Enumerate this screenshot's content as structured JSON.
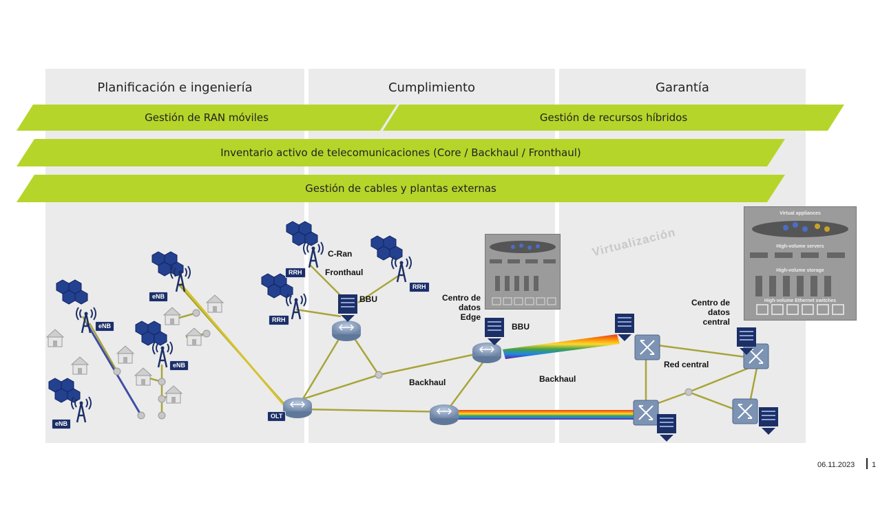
{
  "columns": [
    {
      "title": "Planificación e ingeniería"
    },
    {
      "title": "Cumplimiento"
    },
    {
      "title": "Garantía"
    }
  ],
  "banners": {
    "ran": "Gestión de RAN móviles",
    "hybrid": "Gestión de recursos híbridos",
    "inventory": "Inventario activo de telecomunicaciones (Core / Backhaul / Fronthaul)",
    "cables": "Gestión de cables y plantas externas"
  },
  "colors": {
    "banner": "#b6d52a",
    "column": "#ebebeb",
    "tag": "#1c2f66",
    "link": "#a8a43a"
  },
  "labels": {
    "enb": "eNB",
    "rrh": "RRH",
    "olt": "OLT",
    "cran": "C-Ran",
    "fronthaul": "Fronthaul",
    "bbu": "BBU",
    "edge_dc": "Centro de datos Edge",
    "backhaul": "Backhaul",
    "core_net": "Red central",
    "central_dc": "Centro de datos central",
    "virtualization": "Virtualización"
  },
  "panel": {
    "title": "Virtual appliances",
    "servers": "High-volume servers",
    "storage": "High-volume storage",
    "switches": "High-volume Ethernet switches"
  },
  "footer": {
    "date": "06.11.2023",
    "page": "1"
  }
}
